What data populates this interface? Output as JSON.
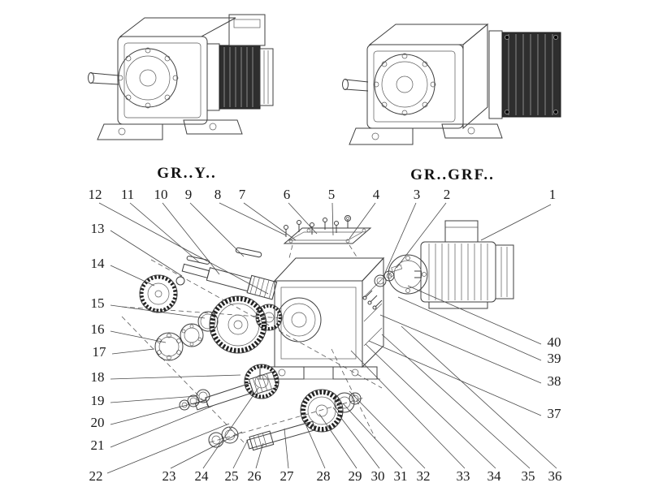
{
  "colors": {
    "line": "#3f3f3f",
    "dark_fill": "#2e2e2e",
    "text": "#1b1b1b"
  },
  "products": {
    "left_label": "GR..Y..",
    "right_label": "GR..GRF.."
  },
  "callouts": {
    "n1": "1",
    "n2": "2",
    "n3": "3",
    "n4": "4",
    "n5": "5",
    "n6": "6",
    "n7": "7",
    "n8": "8",
    "n9": "9",
    "n10": "10",
    "n11": "11",
    "n12": "12",
    "n13": "13",
    "n14": "14",
    "n15": "15",
    "n16": "16",
    "n17": "17",
    "n18": "18",
    "n19": "19",
    "n20": "20",
    "n21": "21",
    "n22": "22",
    "n23": "23",
    "n24": "24",
    "n25": "25",
    "n26": "26",
    "n27": "27",
    "n28": "28",
    "n29": "29",
    "n30": "30",
    "n31": "31",
    "n32": "32",
    "n33": "33",
    "n34": "34",
    "n35": "35",
    "n36": "36",
    "n37": "37",
    "n38": "38",
    "n39": "39",
    "n40": "40"
  }
}
